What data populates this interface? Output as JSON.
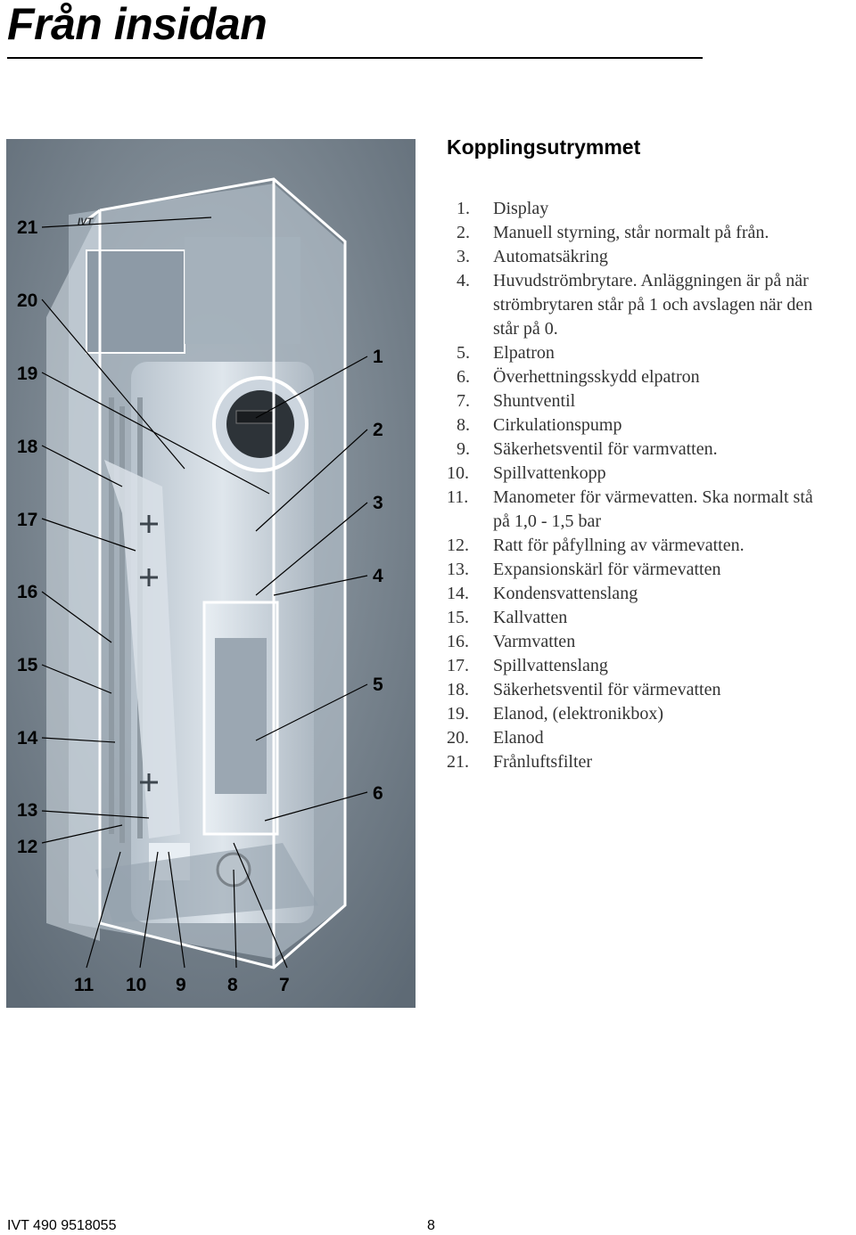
{
  "header": {
    "title": "Från insidan"
  },
  "figure": {
    "callouts_left": [
      "21",
      "20",
      "19",
      "18",
      "17",
      "16",
      "15",
      "14",
      "13",
      "12"
    ],
    "callouts_right": [
      "1",
      "2",
      "3",
      "4",
      "5",
      "6"
    ],
    "callouts_bottom": [
      "11",
      "10",
      "9",
      "8",
      "7"
    ],
    "logo_text": "IVT",
    "colors": {
      "background": "#6e7a85",
      "cabinet": "#c9d4de",
      "edge": "#ffffff"
    }
  },
  "section": {
    "heading": "Kopplingsutrymmet",
    "items": [
      {
        "num": "1.",
        "lines": [
          "Display"
        ]
      },
      {
        "num": "2.",
        "lines": [
          "Manuell styrning, står normalt på från."
        ]
      },
      {
        "num": "3.",
        "lines": [
          "Automatsäkring"
        ]
      },
      {
        "num": "4.",
        "lines": [
          "Huvudströmbrytare. Anläggningen är på när",
          "strömbrytaren står på 1 och avslagen när den",
          "står på 0."
        ]
      },
      {
        "num": "5.",
        "lines": [
          "Elpatron"
        ]
      },
      {
        "num": "6.",
        "lines": [
          "Överhettningsskydd elpatron"
        ]
      },
      {
        "num": "7.",
        "lines": [
          "Shuntventil"
        ]
      },
      {
        "num": "8.",
        "lines": [
          "Cirkulationspump"
        ]
      },
      {
        "num": "9.",
        "lines": [
          "Säkerhetsventil för varmvatten."
        ]
      },
      {
        "num": "10.",
        "lines": [
          "Spillvattenkopp"
        ]
      },
      {
        "num": "11.",
        "lines": [
          "Manometer för värmevatten. Ska normalt stå",
          "på 1,0 - 1,5 bar"
        ]
      },
      {
        "num": "12.",
        "lines": [
          "Ratt för påfyllning av värmevatten."
        ]
      },
      {
        "num": "13.",
        "lines": [
          "Expansionskärl för värmevatten"
        ]
      },
      {
        "num": "14.",
        "lines": [
          "Kondensvattenslang"
        ]
      },
      {
        "num": "15.",
        "lines": [
          "Kallvatten"
        ]
      },
      {
        "num": "16.",
        "lines": [
          "Varmvatten"
        ]
      },
      {
        "num": "17.",
        "lines": [
          "Spillvattenslang"
        ]
      },
      {
        "num": "18.",
        "lines": [
          "Säkerhetsventil för värmevatten"
        ]
      },
      {
        "num": "19.",
        "lines": [
          "Elanod, (elektronikbox)"
        ]
      },
      {
        "num": "20.",
        "lines": [
          "Elanod"
        ]
      },
      {
        "num": "21.",
        "lines": [
          "Frånluftsfilter"
        ]
      }
    ]
  },
  "footer": {
    "doc_ref": "IVT 490  9518055",
    "page_number": "8"
  }
}
